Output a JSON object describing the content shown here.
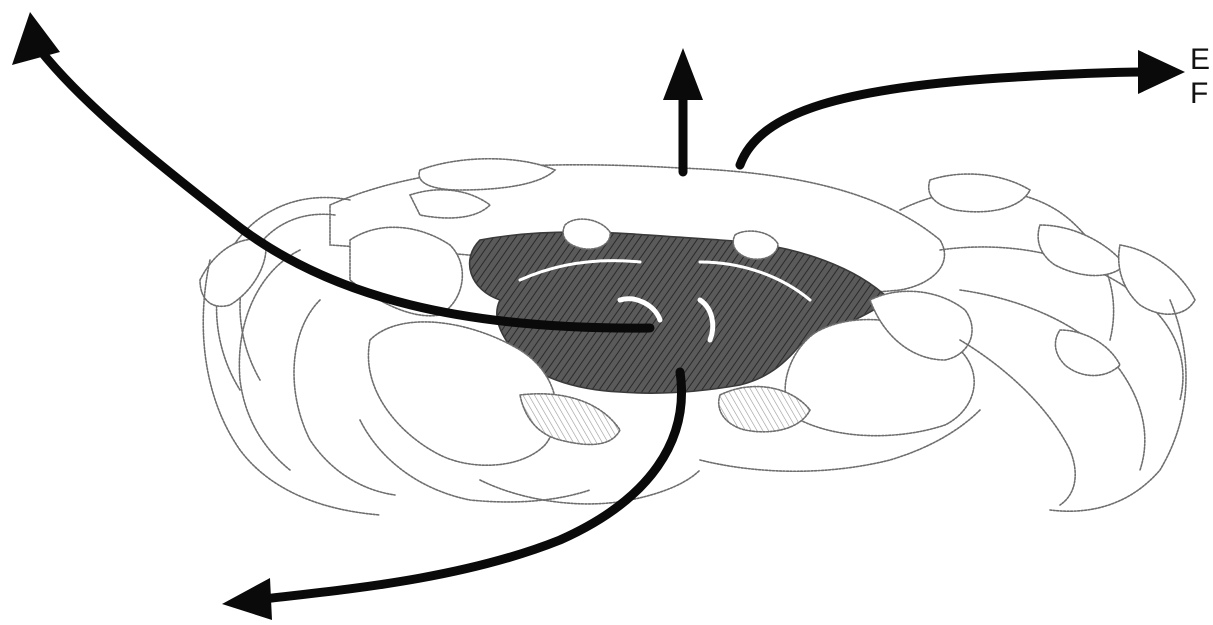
{
  "diagram": {
    "subject": "crab",
    "labels": {
      "right_top": "E",
      "right_bottom": "F"
    },
    "colors": {
      "outline": "#6e6e6e",
      "body_shading": "#4a4a4a",
      "arrow": "#0a0a0a",
      "background": "#ffffff"
    }
  }
}
